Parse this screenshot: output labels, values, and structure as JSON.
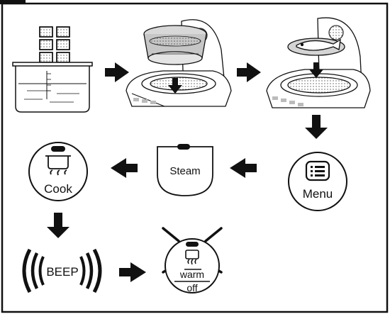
{
  "buttons": {
    "steam": "Steam",
    "cook": "Cook",
    "menu": "Menu",
    "warm": "warm",
    "off": "off"
  },
  "beep": "BEEP"
}
